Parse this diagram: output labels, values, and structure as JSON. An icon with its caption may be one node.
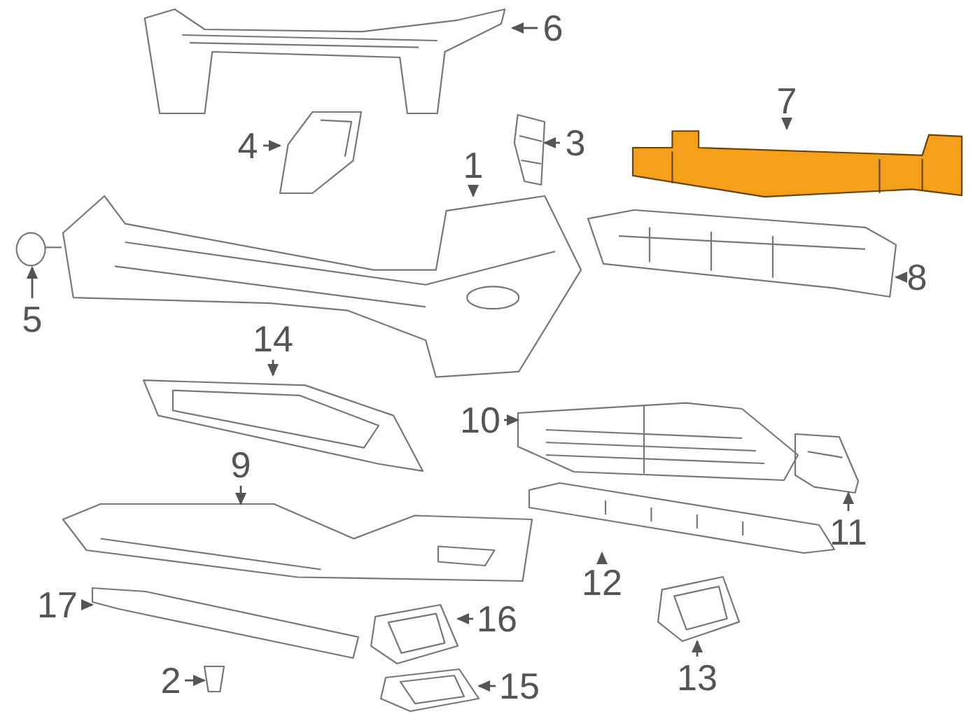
{
  "diagram": {
    "nodes": [
      {
        "text": [
          "6"
        ]
      },
      {
        "text": [],
        "shape": "picture"
      },
      {
        "text": [
          "7"
        ]
      },
      {
        "text": [],
        "shape": "picture"
      },
      {
        "text": [
          "3"
        ]
      },
      {
        "text": [],
        "shape": "picture"
      },
      {
        "text": [
          "4"
        ]
      },
      {
        "text": [],
        "shape": "picture"
      },
      {
        "text": [
          "1"
        ]
      },
      {
        "text": [],
        "shape": "picture"
      },
      {
        "text": [
          "8"
        ]
      },
      {
        "text": [],
        "shape": "picture"
      },
      {
        "text": [
          "5"
        ]
      },
      {
        "text": [],
        "shape": "picture"
      },
      {
        "text": [
          "14"
        ]
      },
      {
        "text": [],
        "shape": "picture"
      },
      {
        "text": [
          "10"
        ]
      },
      {
        "text": [],
        "shape": "picture"
      },
      {
        "text": [
          "9"
        ]
      },
      {
        "text": [],
        "shape": "picture"
      },
      {
        "text": [
          "11"
        ]
      },
      {
        "text": [],
        "shape": "picture"
      },
      {
        "text": [
          "12"
        ]
      },
      {
        "text": [],
        "shape": "picture"
      },
      {
        "text": [
          "17"
        ]
      },
      {
        "text": [],
        "shape": "picture"
      },
      {
        "text": [
          "16"
        ]
      },
      {
        "text": [],
        "shape": "picture"
      },
      {
        "text": [
          "13"
        ]
      },
      {
        "text": [],
        "shape": "picture"
      },
      {
        "text": [
          "2"
        ]
      },
      {
        "text": [],
        "shape": "picture"
      },
      {
        "text": [
          "15"
        ]
      },
      {
        "text": [],
        "shape": "picture"
      }
    ],
    "edges": [
      {
        "from": 0,
        "to": 1,
        "arrow": "to"
      },
      {
        "from": 2,
        "to": 3,
        "arrow": "to"
      },
      {
        "from": 4,
        "to": 5,
        "arrow": "to"
      },
      {
        "from": 6,
        "to": 7,
        "arrow": "to"
      },
      {
        "from": 8,
        "to": 9,
        "arrow": "to"
      },
      {
        "from": 10,
        "to": 11,
        "arrow": "to"
      },
      {
        "from": 12,
        "to": 13,
        "arrow": "to"
      },
      {
        "from": 14,
        "to": 15,
        "arrow": "to"
      },
      {
        "from": 16,
        "to": 17,
        "arrow": "to"
      },
      {
        "from": 18,
        "to": 19,
        "arrow": "to"
      },
      {
        "from": 20,
        "to": 21,
        "arrow": "to"
      },
      {
        "from": 22,
        "to": 23,
        "arrow": "to"
      },
      {
        "from": 24,
        "to": 25,
        "arrow": "to"
      },
      {
        "from": 26,
        "to": 27,
        "arrow": "to"
      },
      {
        "from": 28,
        "to": 29,
        "arrow": "to"
      },
      {
        "from": 30,
        "to": 31,
        "arrow": "to"
      },
      {
        "from": 32,
        "to": 33,
        "arrow": "to"
      }
    ]
  }
}
